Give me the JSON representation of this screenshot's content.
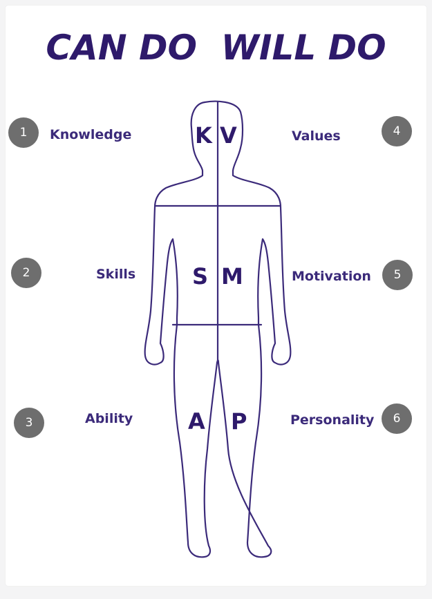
{
  "title": "CAN DO  WILL DO",
  "colors": {
    "ink": "#2e1a6b",
    "badge": "#6e6e6e",
    "background": "#ffffff"
  },
  "items": [
    {
      "number": "1",
      "label": "Knowledge"
    },
    {
      "number": "2",
      "label": "Skills"
    },
    {
      "number": "3",
      "label": "Ability"
    },
    {
      "number": "4",
      "label": "Values"
    },
    {
      "number": "5",
      "label": "Motivation"
    },
    {
      "number": "6",
      "label": "Personality"
    }
  ],
  "figure_letters": {
    "head_left": "K",
    "head_right": "V",
    "torso_left": "S",
    "torso_right": "M",
    "legs_left": "A",
    "legs_right": "P"
  }
}
